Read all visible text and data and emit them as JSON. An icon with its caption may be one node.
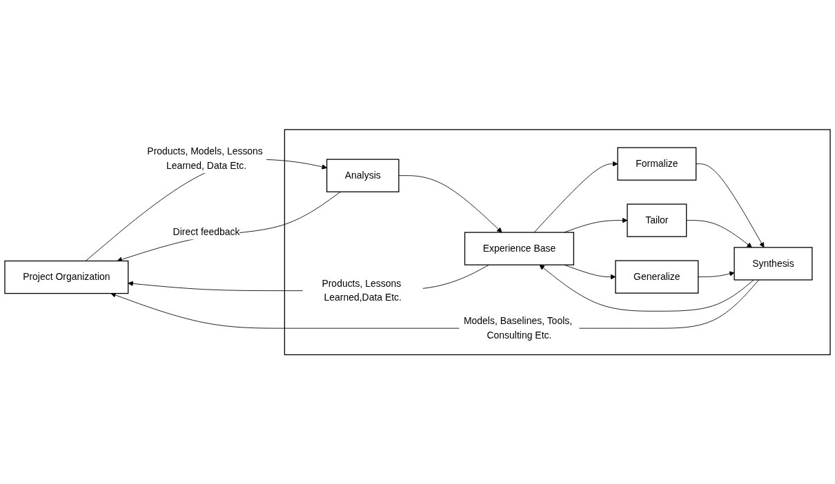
{
  "diagram": {
    "nodes": [
      {
        "text": [
          "Project Organization"
        ]
      },
      {
        "text": [],
        "shape": "box"
      },
      {
        "text": [
          "Analysis"
        ],
        "in": 1
      },
      {
        "text": [
          "Experience Base"
        ],
        "in": 1
      },
      {
        "text": [
          "Formalize"
        ],
        "in": 1
      },
      {
        "text": [
          "Tailor"
        ],
        "in": 1
      },
      {
        "text": [
          "Generalize"
        ],
        "in": 1
      },
      {
        "text": [
          "Synthesis"
        ],
        "in": 1
      }
    ],
    "edges": [
      {
        "from": 0,
        "to": 2,
        "arrow": "to",
        "label": "Products, Models, Lessons Learned, Data Etc."
      },
      {
        "from": 2,
        "to": 0,
        "arrow": "to",
        "label": "Direct feedback"
      },
      {
        "from": 2,
        "to": 3,
        "arrow": "to"
      },
      {
        "from": 3,
        "to": 0,
        "arrow": "to",
        "label": "Products, Lessons Learned,Data Etc."
      },
      {
        "from": 7,
        "to": 0,
        "arrow": "to",
        "label": "Models, Baselines, Tools, Consulting Etc."
      },
      {
        "from": 7,
        "to": 3,
        "arrow": "to"
      },
      {
        "from": 3,
        "to": 4,
        "arrow": "to"
      },
      {
        "from": 3,
        "to": 5,
        "arrow": "to"
      },
      {
        "from": 3,
        "to": 6,
        "arrow": "to"
      },
      {
        "from": 4,
        "to": 7,
        "arrow": "to"
      },
      {
        "from": 5,
        "to": 7,
        "arrow": "to"
      },
      {
        "from": 6,
        "to": 7,
        "arrow": "to"
      }
    ]
  }
}
